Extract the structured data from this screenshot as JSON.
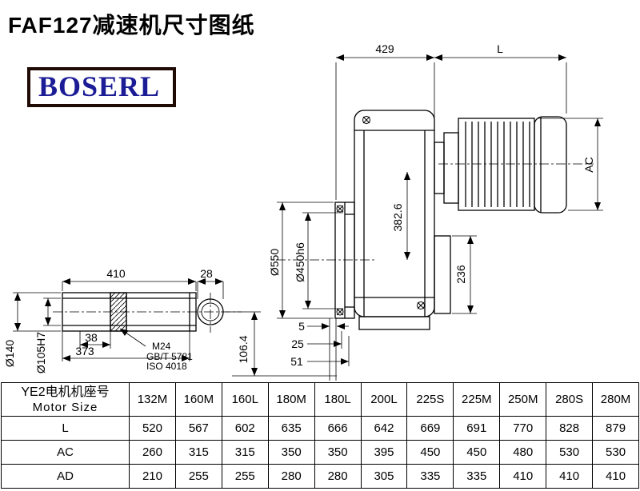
{
  "page": {
    "title": "FAF127减速机尺寸图纸",
    "logo": "BOSERL"
  },
  "drawing": {
    "dims": {
      "d429": "429",
      "dL": "L",
      "dAC": "AC",
      "d550": "Ø550",
      "d450": "Ø450h6",
      "d382": "382.6",
      "d236": "236",
      "d5": "5",
      "d25": "25",
      "d51": "51",
      "d410": "410",
      "d28": "28",
      "d38": "38",
      "d373": "373",
      "d140": "Ø140",
      "d105": "Ø105H7",
      "d106": "106.4"
    },
    "callout": {
      "m24": "M24",
      "gb": "GB/T 5781",
      "iso": "ISO 4018"
    }
  },
  "table": {
    "motor_label_cn": "YE2电机机座号",
    "motor_label_en": "Motor Size",
    "columns": [
      "132M",
      "160M",
      "160L",
      "180M",
      "180L",
      "200L",
      "225S",
      "225M",
      "250M",
      "280S",
      "280M"
    ],
    "rows": [
      {
        "label": "L",
        "values": [
          520,
          567,
          602,
          635,
          666,
          642,
          669,
          691,
          770,
          828,
          879
        ]
      },
      {
        "label": "AC",
        "values": [
          260,
          315,
          315,
          350,
          350,
          395,
          450,
          450,
          480,
          530,
          530
        ]
      },
      {
        "label": "AD",
        "values": [
          210,
          255,
          255,
          280,
          280,
          305,
          335,
          335,
          410,
          410,
          410
        ]
      }
    ]
  }
}
